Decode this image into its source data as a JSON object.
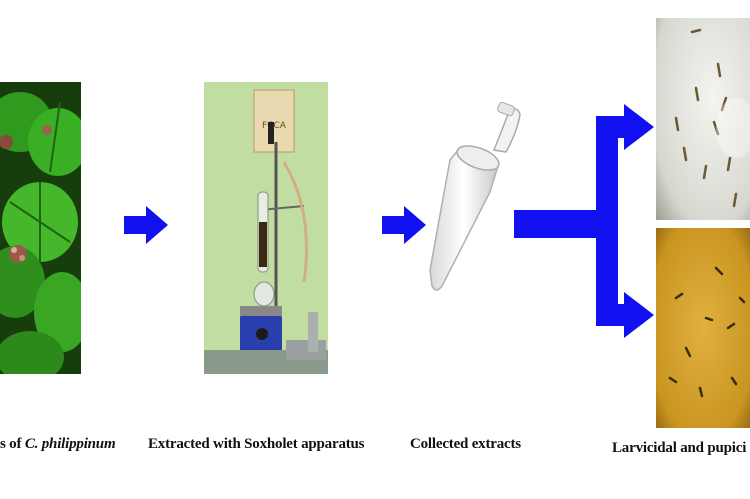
{
  "captions": {
    "plant_prefix": "s of ",
    "plant_species": "C. philippinum",
    "extraction": "Extracted with Soxholet apparatus",
    "collected": "Collected extracts",
    "assay": "Larvicidal and pupici"
  },
  "apparatus_sign": "FCCA",
  "icons": [
    "leaf-photo",
    "arrow-right-icon",
    "soxhlet-apparatus-photo",
    "microtube-icon",
    "branch-arrow-icon",
    "larvae-dish-photo"
  ],
  "colors": {
    "arrow": "#1010f0",
    "background": "#ffffff",
    "leaf": "#2f9a1e",
    "wall": "#bcd99a",
    "dish_yellow": "#c9951f"
  }
}
